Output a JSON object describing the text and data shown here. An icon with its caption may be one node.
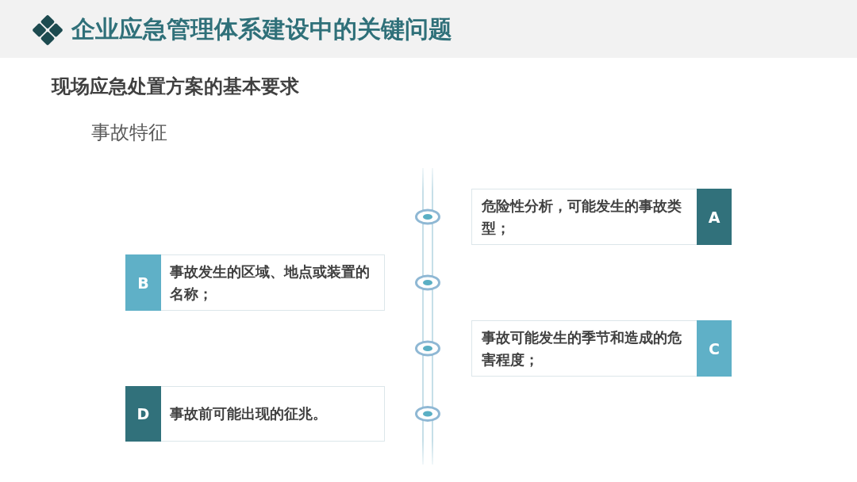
{
  "diagram": {
    "title": "企业应急管理体系建设中的关键问题",
    "nodes": [
      {
        "text": [
          "危险性分析，可能发生的事故类型；"
        ]
      },
      {
        "text": [
          "A"
        ],
        "in": 0
      },
      {
        "text": [
          "事故发生的区域、地点或装置的名称；"
        ]
      },
      {
        "text": [
          "B"
        ],
        "in": 2
      },
      {
        "text": [
          "事故可能发生的季节和造成的危害程度；"
        ]
      },
      {
        "text": [
          "C"
        ],
        "in": 4
      },
      {
        "text": [
          "事故前可能出现的征兆。"
        ]
      },
      {
        "text": [
          "D"
        ],
        "in": 6
      }
    ],
    "labels": [
      "现场应急处置方案的基本要求",
      "事故特征"
    ]
  }
}
